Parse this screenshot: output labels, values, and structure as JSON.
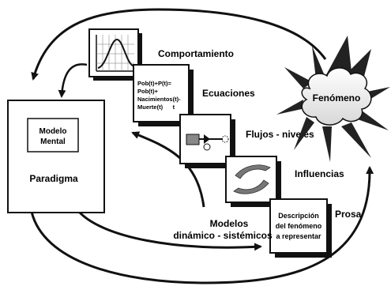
{
  "paradigm": {
    "box_title": "Paradigma",
    "inner_line1": "Modelo",
    "inner_line2": "Mental"
  },
  "cards": [
    {
      "id": "comportamiento",
      "label": "Comportamiento"
    },
    {
      "id": "ecuaciones",
      "label": "Ecuaciones",
      "equation_lines": [
        "Pob(t)+P(t)=",
        "Pob(t)+",
        "Nacimientos(t)-",
        "Muerte(t)      t"
      ]
    },
    {
      "id": "flujos",
      "label": "Flujos - niveles"
    },
    {
      "id": "influencias",
      "label": "Influencias"
    },
    {
      "id": "prosa",
      "label": "Prosa",
      "text_lines": [
        "Descripción",
        "del fenómeno",
        "a representar"
      ]
    }
  ],
  "phenomenon": {
    "label": "Fenómeno"
  },
  "models_caption": {
    "line1": "Modelos",
    "line2": "dinámico - sistémicos"
  },
  "colors": {
    "stroke": "#111111",
    "card_shadow": "#000000",
    "cloud_fill": "#f2f2f2",
    "flow_box": "#888888"
  }
}
